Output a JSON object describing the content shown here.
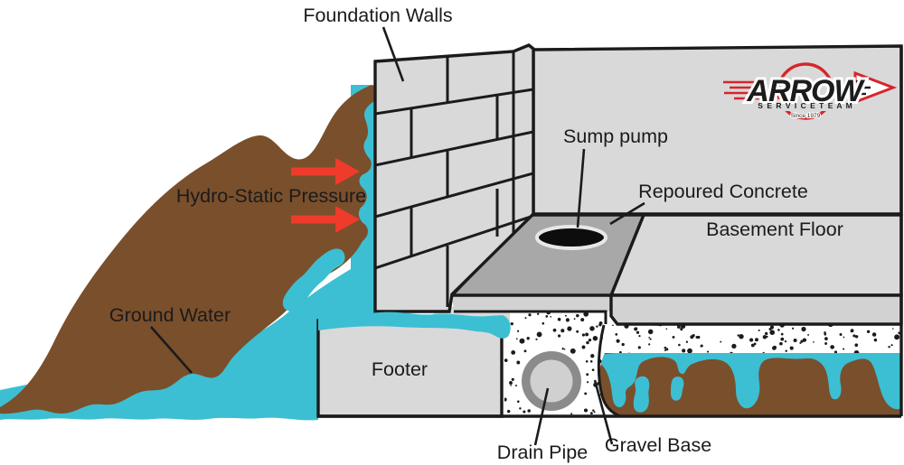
{
  "labels": {
    "foundation_walls": "Foundation Walls",
    "sump_pump": "Sump pump",
    "repoured_concrete": "Repoured Concrete",
    "basement_floor": "Basement Floor",
    "hydro_static_pressure": "Hydro-Static Pressure",
    "ground_water": "Ground Water",
    "footer": "Footer",
    "drain_pipe": "Drain Pipe",
    "gravel_base": "Gravel Base"
  },
  "logo": {
    "brand": "ARROW",
    "tagline": "S E R V I C E   T E A M",
    "since": "Since 1979"
  },
  "colors": {
    "soil_brown": "#7a4f2c",
    "water_cyan": "#3cbfd2",
    "concrete_light": "#d9d9d9",
    "concrete_face": "#d2d2d2",
    "concrete_mid": "#a8a8a8",
    "pipe_gray": "#8b8b8b",
    "pipe_inner": "#d0d0d0",
    "arrow_red": "#ee3b2b",
    "logo_red": "#d6252b",
    "outline_black": "#1b1b1b",
    "sump_pit_black": "#0d0d0d"
  }
}
